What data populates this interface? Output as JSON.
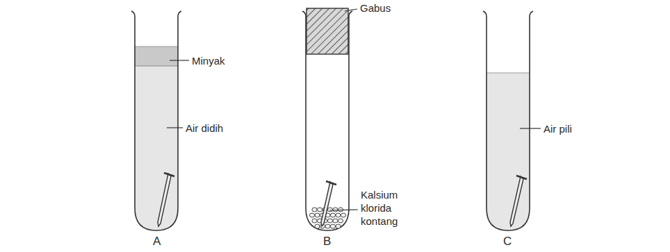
{
  "diagram": {
    "labels": [
      "Minyak",
      "Air didih",
      "A",
      "Gabus",
      "Kalsium klorida kontang",
      "B",
      "Air pili",
      "C"
    ]
  }
}
